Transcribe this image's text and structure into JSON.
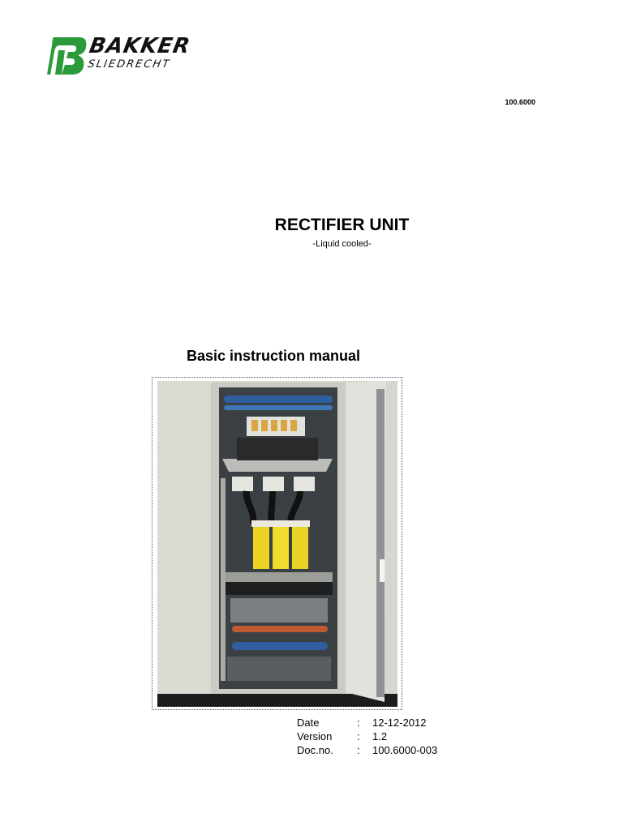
{
  "header": {
    "logo": {
      "brand": "BAKKER",
      "city": "SLIEDRECHT",
      "icon": "bakker-logo-icon",
      "color": "#2a9a3a"
    },
    "doc_ref": "100.6000"
  },
  "cover": {
    "title": "RECTIFIER UNIT",
    "subtitle": "-Liquid cooled-",
    "manual_title": "Basic instruction manual"
  },
  "photo": {
    "subject": "rectifier-cabinet-photo"
  },
  "meta": [
    {
      "key": "Date",
      "sep": ":",
      "value": "12-12-2012"
    },
    {
      "key": "Version",
      "sep": ":",
      "value": "1.2"
    },
    {
      "key": "Doc.no.",
      "sep": ":",
      "value": "100.6000-003"
    }
  ]
}
